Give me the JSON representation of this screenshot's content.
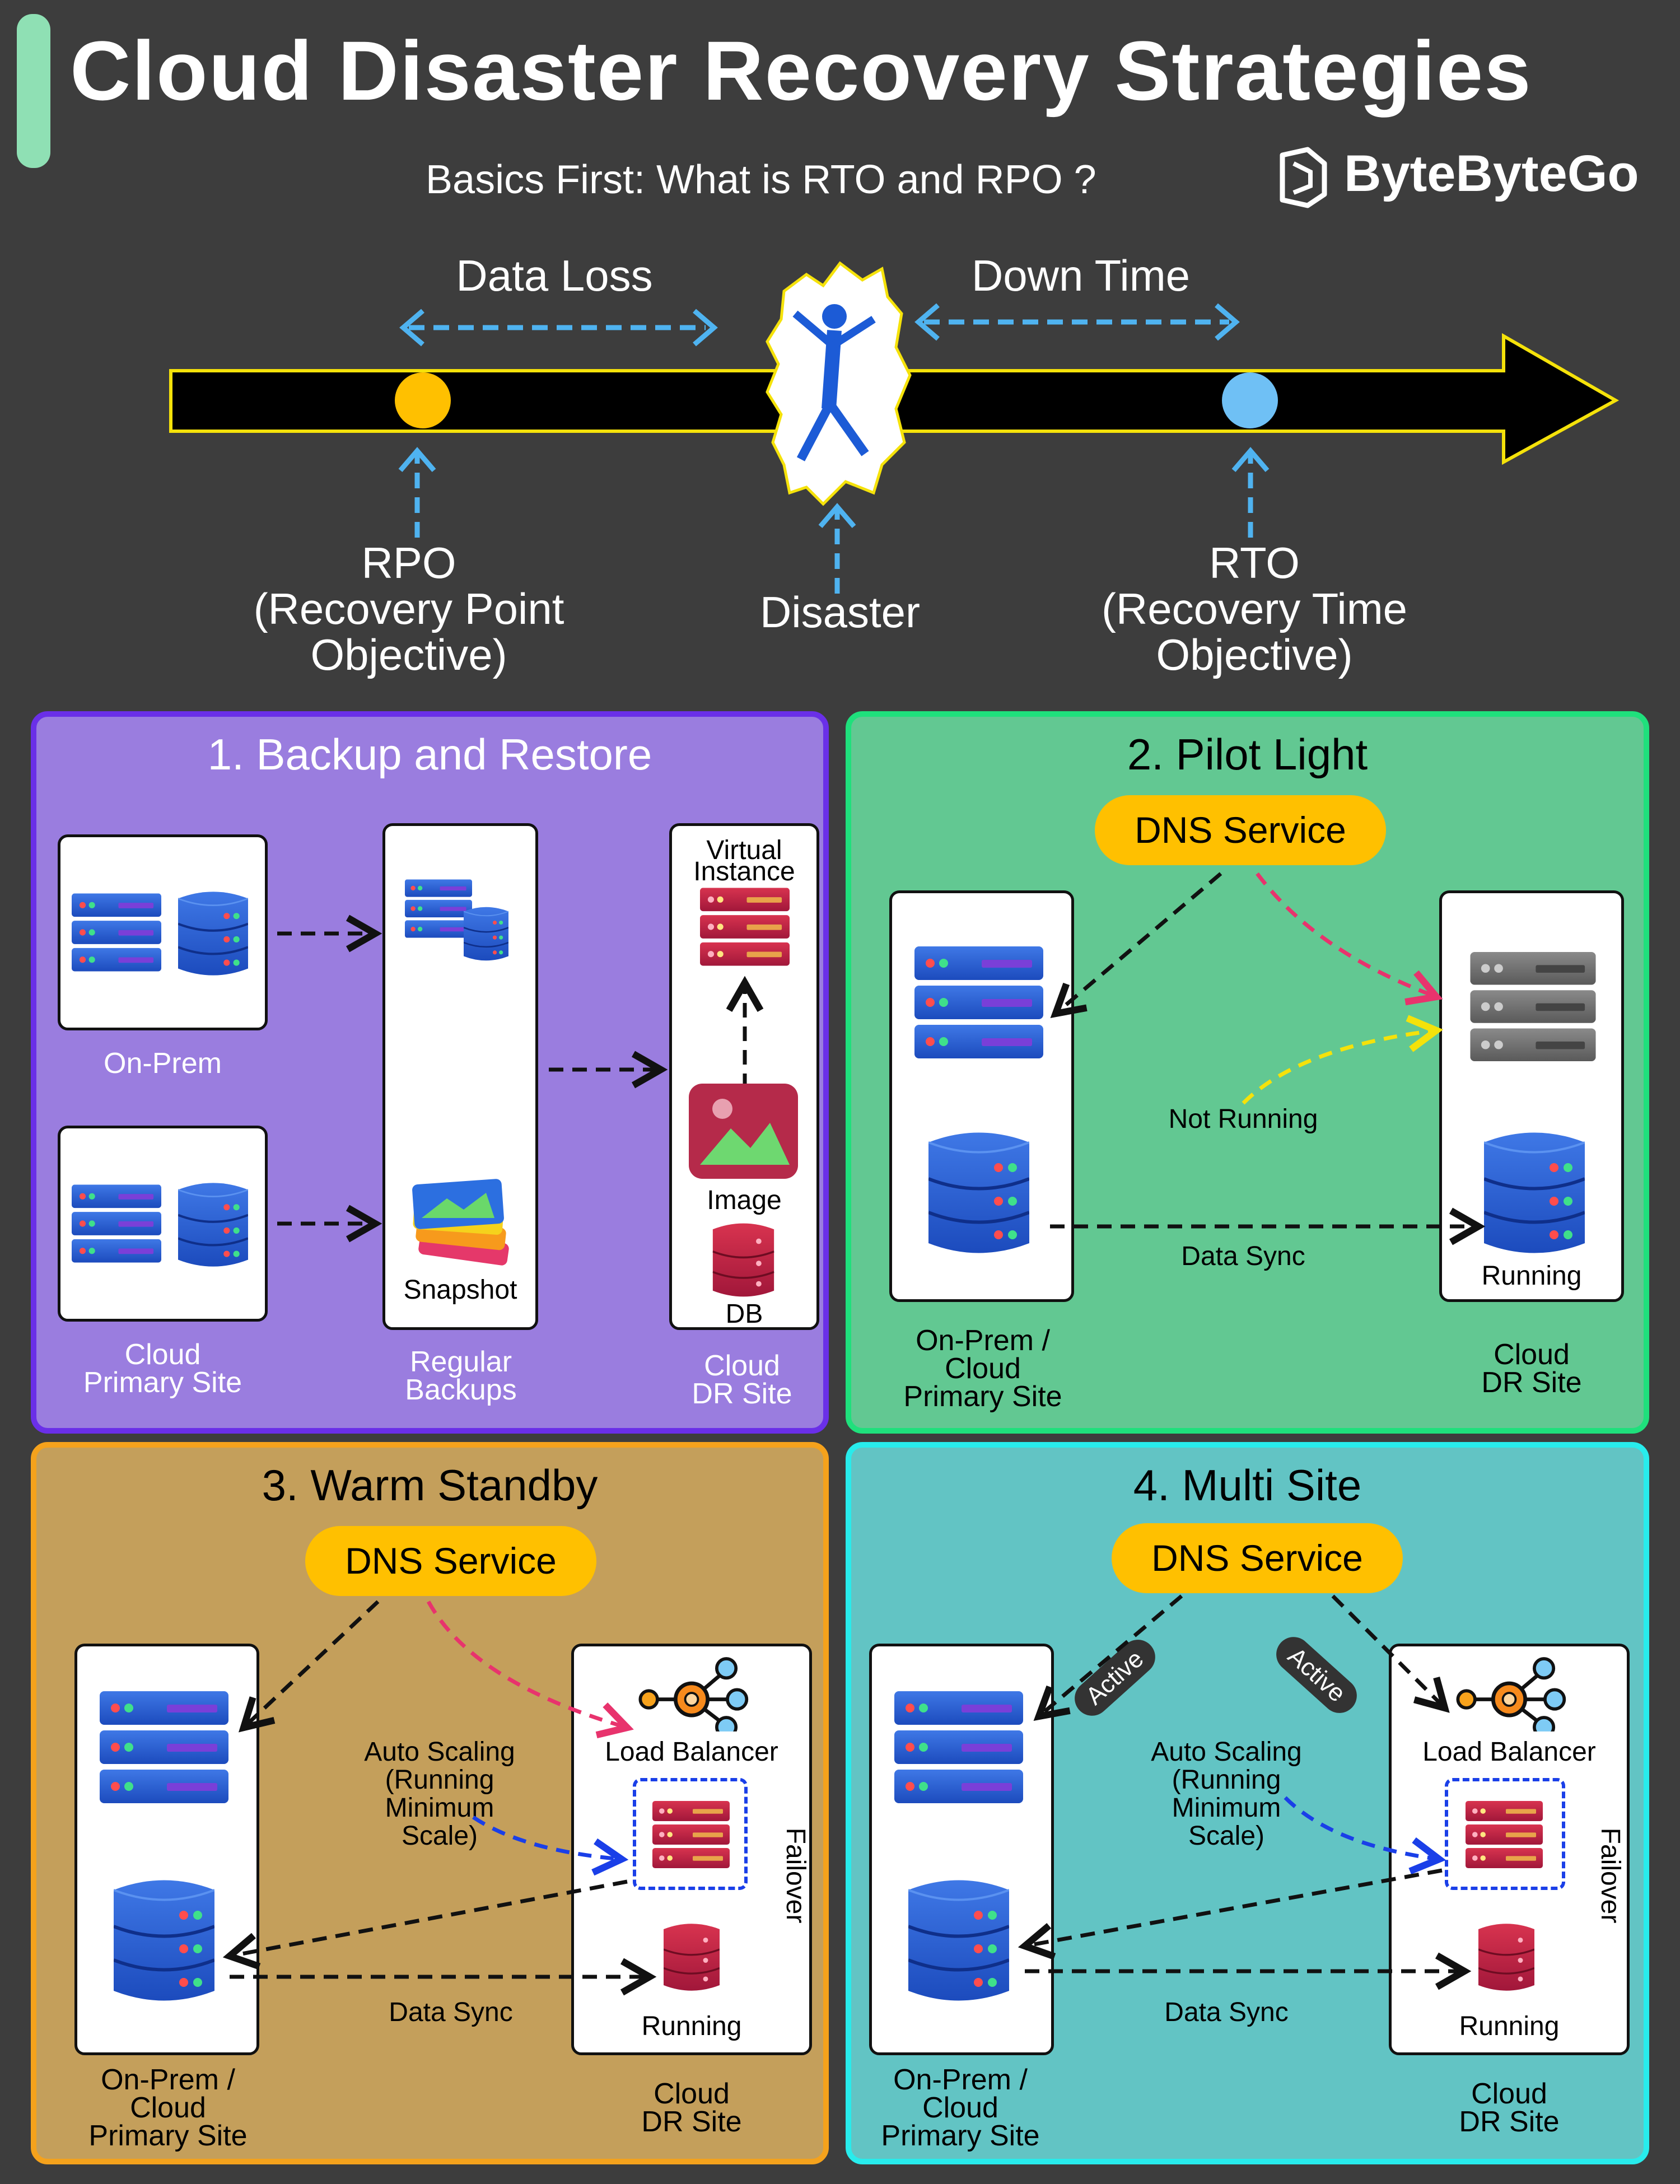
{
  "header": {
    "title": "Cloud Disaster Recovery Strategies",
    "subtitle": "Basics First: What is RTO and RPO ?",
    "brand": "ByteByteGo"
  },
  "timeline": {
    "data_loss": "Data Loss",
    "down_time": "Down Time",
    "rpo": "RPO",
    "rpo_full_1": "(Recovery Point",
    "rpo_full_2": "Objective)",
    "disaster": "Disaster",
    "rto": "RTO",
    "rto_full_1": "(Recovery Time",
    "rto_full_2": "Objective)"
  },
  "panel1": {
    "title": "1. Backup and Restore",
    "on_prem": "On-Prem",
    "cloud_primary_1": "Cloud",
    "cloud_primary_2": "Primary Site",
    "snapshot": "Snapshot",
    "regular_1": "Regular",
    "regular_2": "Backups",
    "virtual_1": "Virtual",
    "virtual_2": "Instance",
    "image": "Image",
    "db": "DB",
    "dr_1": "Cloud",
    "dr_2": "DR Site"
  },
  "panel2": {
    "title": "2. Pilot Light",
    "dns": "DNS Service",
    "not_running": "Not Running",
    "data_sync": "Data Sync",
    "running": "Running",
    "primary_1": "On-Prem /",
    "primary_2": "Cloud",
    "primary_3": "Primary Site",
    "dr_1": "Cloud",
    "dr_2": "DR Site"
  },
  "panel3": {
    "title": "3. Warm Standby",
    "dns": "DNS Service",
    "load_balancer": "Load Balancer",
    "auto_1": "Auto Scaling",
    "auto_2": "(Running",
    "auto_3": "Minimum",
    "auto_4": "Scale)",
    "failover": "Failover",
    "running": "Running",
    "data_sync": "Data Sync",
    "primary_1": "On-Prem /",
    "primary_2": "Cloud",
    "primary_3": "Primary Site",
    "dr_1": "Cloud",
    "dr_2": "DR Site"
  },
  "panel4": {
    "title": "4. Multi Site",
    "dns": "DNS Service",
    "active_left": "Active",
    "active_right": "Active",
    "load_balancer": "Load Balancer",
    "auto_1": "Auto Scaling",
    "auto_2": "(Running",
    "auto_3": "Minimum",
    "auto_4": "Scale)",
    "failover": "Failover",
    "running": "Running",
    "data_sync": "Data Sync",
    "primary_1": "On-Prem /",
    "primary_2": "Cloud",
    "primary_3": "Primary Site",
    "dr_1": "Cloud",
    "dr_2": "DR Site"
  },
  "colors": {
    "background": "#3d3d3d",
    "accent_blue": "#4fb3f0",
    "rpo_dot": "#ffc000",
    "rto_dot": "#6fc0f5",
    "dns": "#ffc000",
    "pink_arrow": "#e8336d",
    "yellow_arrow": "#f5e20a",
    "blue_arrow": "#1a3fe8"
  }
}
